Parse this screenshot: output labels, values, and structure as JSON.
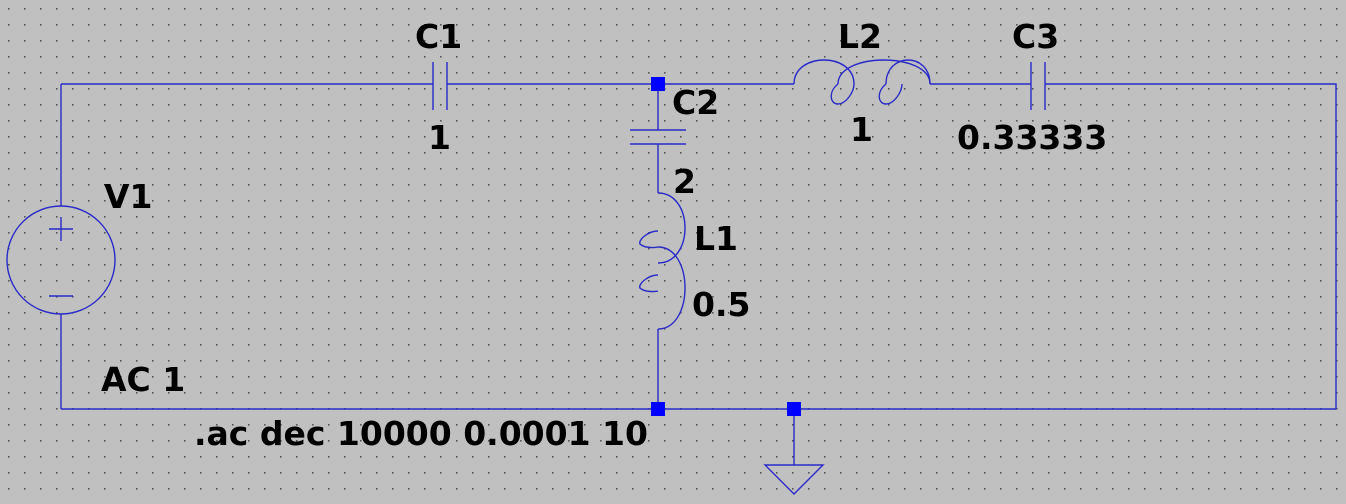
{
  "background_color": "#c0c0c0",
  "wire_color": "#2a2ac8",
  "junction_color": "#0000ff",
  "components": {
    "c1": {
      "name": "C1",
      "value": "1"
    },
    "c2": {
      "name": "C2",
      "value": "2"
    },
    "c3": {
      "name": "C3",
      "value": "0.33333"
    },
    "l1": {
      "name": "L1",
      "value": "0.5"
    },
    "l2": {
      "name": "L2",
      "value": "1"
    },
    "v1": {
      "name": "V1",
      "value": "AC 1"
    }
  },
  "directive": ".ac dec 10000 0.0001 10",
  "icons": [
    "voltage-source-icon",
    "capacitor-icon",
    "inductor-icon",
    "ground-icon",
    "junction-dot"
  ]
}
